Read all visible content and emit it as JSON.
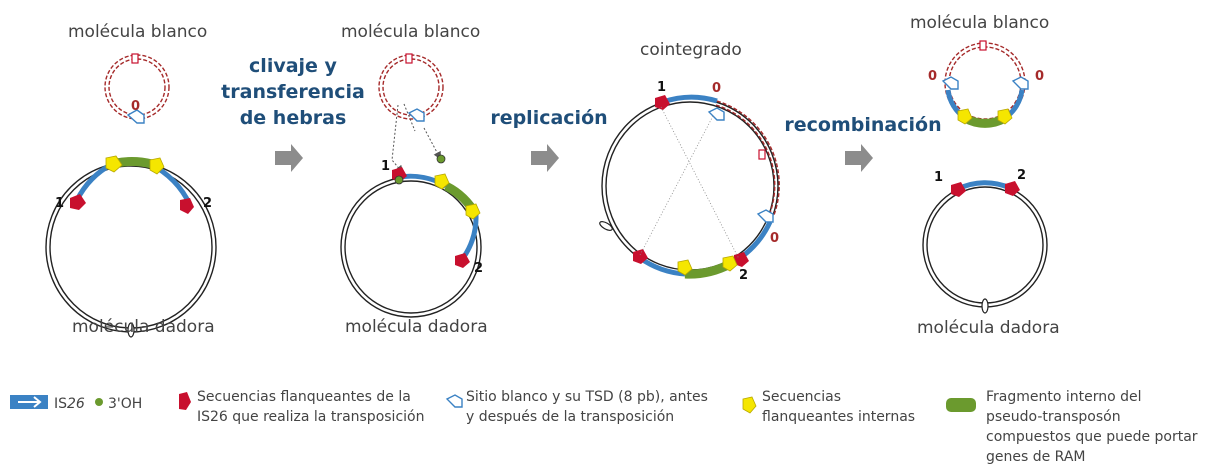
{
  "panels": {
    "p1": {
      "top": "molécula blanco",
      "bottom": "molécula dadora",
      "n1": "1",
      "n2": "2",
      "z": "0"
    },
    "p2": {
      "top": "molécula blanco",
      "bottom": "molécula dadora",
      "n1": "1",
      "n2": "2"
    },
    "p3": {
      "top": "cointegrado",
      "n1": "1",
      "n2": "2",
      "z1": "0",
      "z2": "0"
    },
    "p4": {
      "top": "molécula blanco",
      "bottom": "molécula dadora",
      "n1": "1",
      "n2": "2",
      "z1": "0",
      "z2": "0"
    }
  },
  "steps": {
    "cleavage": [
      "clivaje y",
      "transferencia",
      "de hebras"
    ],
    "replication": "replicación",
    "recombination": "recombinación"
  },
  "legend": {
    "is_name": "IS",
    "is_num": "26",
    "oh": "3'OH",
    "flank": [
      "Secuencias flanqueantes de la",
      "IS26 que realiza la transposición"
    ],
    "target": [
      "Sitio blanco y su TSD (8 pb), antes",
      "y después de la transposición"
    ],
    "internal": [
      "Secuencias",
      "flanqueantes internas"
    ],
    "fragment": [
      "Fragmento interno del",
      "pseudo-transposón",
      "compuestos que puede portar",
      "genes de RAM"
    ]
  },
  "colors": {
    "is26": "#3b82c4",
    "flank": "#c8102e",
    "internal": "#f5e600",
    "fragment": "#6b9a2e",
    "target": "#a52a2a",
    "arrow": "#8c8c8c",
    "step_text": "#1f4e79"
  }
}
